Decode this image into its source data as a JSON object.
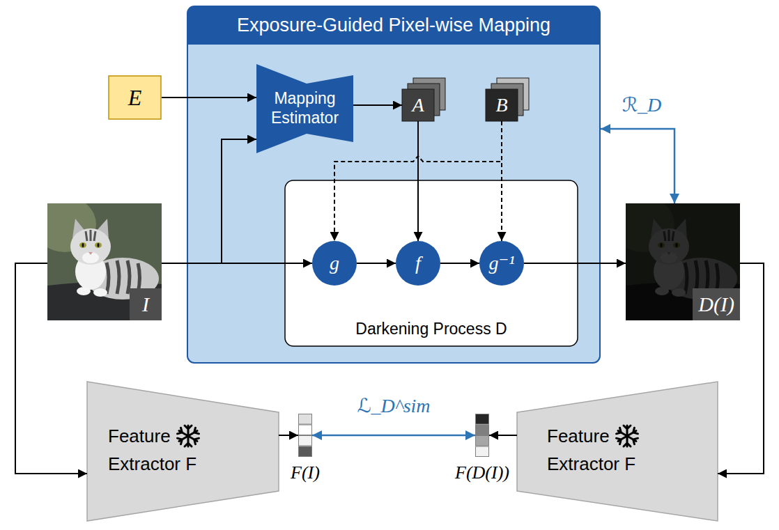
{
  "diagram": {
    "nodes": [
      {
        "text": [
          "Exposure-Guided Pixel-wise Mapping"
        ]
      },
      {
        "text": [
          "E"
        ]
      },
      {
        "text": [
          "Mapping Estimator"
        ],
        "in": 0
      },
      {
        "text": [
          "A"
        ],
        "in": 0
      },
      {
        "text": [
          "B"
        ],
        "in": 0
      },
      {
        "text": [
          "Darkening Process D"
        ],
        "in": 0
      },
      {
        "text": [
          "g"
        ],
        "in": 5
      },
      {
        "text": [
          "f"
        ],
        "in": 5
      },
      {
        "text": [
          "g⁻¹"
        ],
        "in": 5
      },
      {
        "text": [
          "I"
        ]
      },
      {
        "text": [
          "D(I)"
        ]
      },
      {
        "text": [
          "Feature Extractor F"
        ]
      },
      {
        "text": [
          "F(I)"
        ]
      },
      {
        "text": [
          "F(D(I))"
        ]
      },
      {
        "text": [
          "Feature Extractor F"
        ]
      }
    ],
    "edges": [
      {
        "from": 1,
        "to": 2,
        "arrow": "to"
      },
      {
        "from": 9,
        "to": 2,
        "arrow": "to"
      },
      {
        "from": 9,
        "to": 6,
        "arrow": "to"
      },
      {
        "from": 2,
        "to": 3,
        "arrow": "to"
      },
      {
        "from": 3,
        "to": 7,
        "arrow": "to"
      },
      {
        "from": 4,
        "to": 6,
        "arrow": "to"
      },
      {
        "from": 4,
        "to": 8,
        "arrow": "to"
      },
      {
        "from": 6,
        "to": 7,
        "arrow": "to"
      },
      {
        "from": 7,
        "to": 8,
        "arrow": "to"
      },
      {
        "from": 8,
        "to": 10,
        "arrow": "to"
      },
      {
        "from": 0,
        "to": 10,
        "arrow": "both",
        "label": "ℛ_D"
      },
      {
        "from": 9,
        "to": 11,
        "arrow": "to"
      },
      {
        "from": 11,
        "to": 12,
        "arrow": "to"
      },
      {
        "from": 10,
        "to": 14,
        "arrow": "to"
      },
      {
        "from": 14,
        "to": 13,
        "arrow": "to"
      },
      {
        "from": 12,
        "to": 13,
        "arrow": "both",
        "label": "ℒ_D^sim"
      }
    ]
  }
}
